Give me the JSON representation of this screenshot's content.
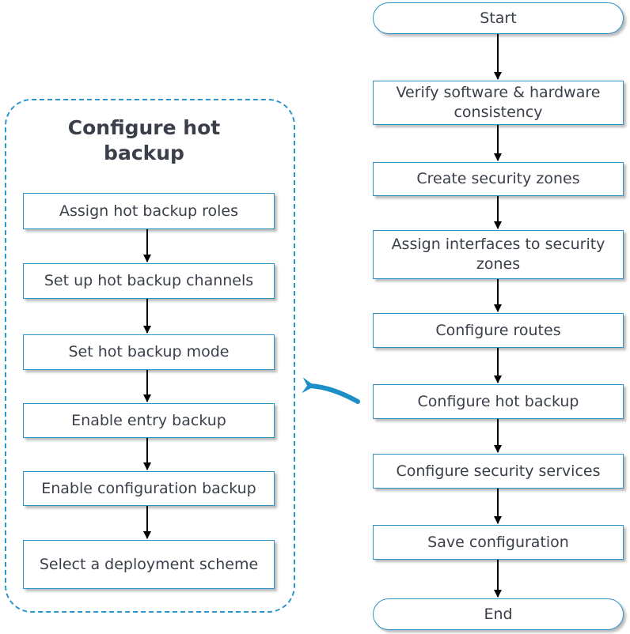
{
  "flow": {
    "start": "Start",
    "steps": [
      "Verify software & hardware consistency",
      "Create security zones",
      "Assign interfaces to security zones",
      "Configure routes",
      "Configure hot backup",
      "Configure security services",
      "Save configuration"
    ],
    "end": "End"
  },
  "detail": {
    "title": "Configure hot backup",
    "steps": [
      "Assign hot backup roles",
      "Set up hot backup channels",
      "Set  hot backup mode",
      "Enable entry backup",
      "Enable configuration backup",
      "Select a deployment scheme"
    ]
  },
  "colors": {
    "accent": "#2b95cc",
    "text": "#3a3f4a",
    "arrow": "#000000"
  }
}
